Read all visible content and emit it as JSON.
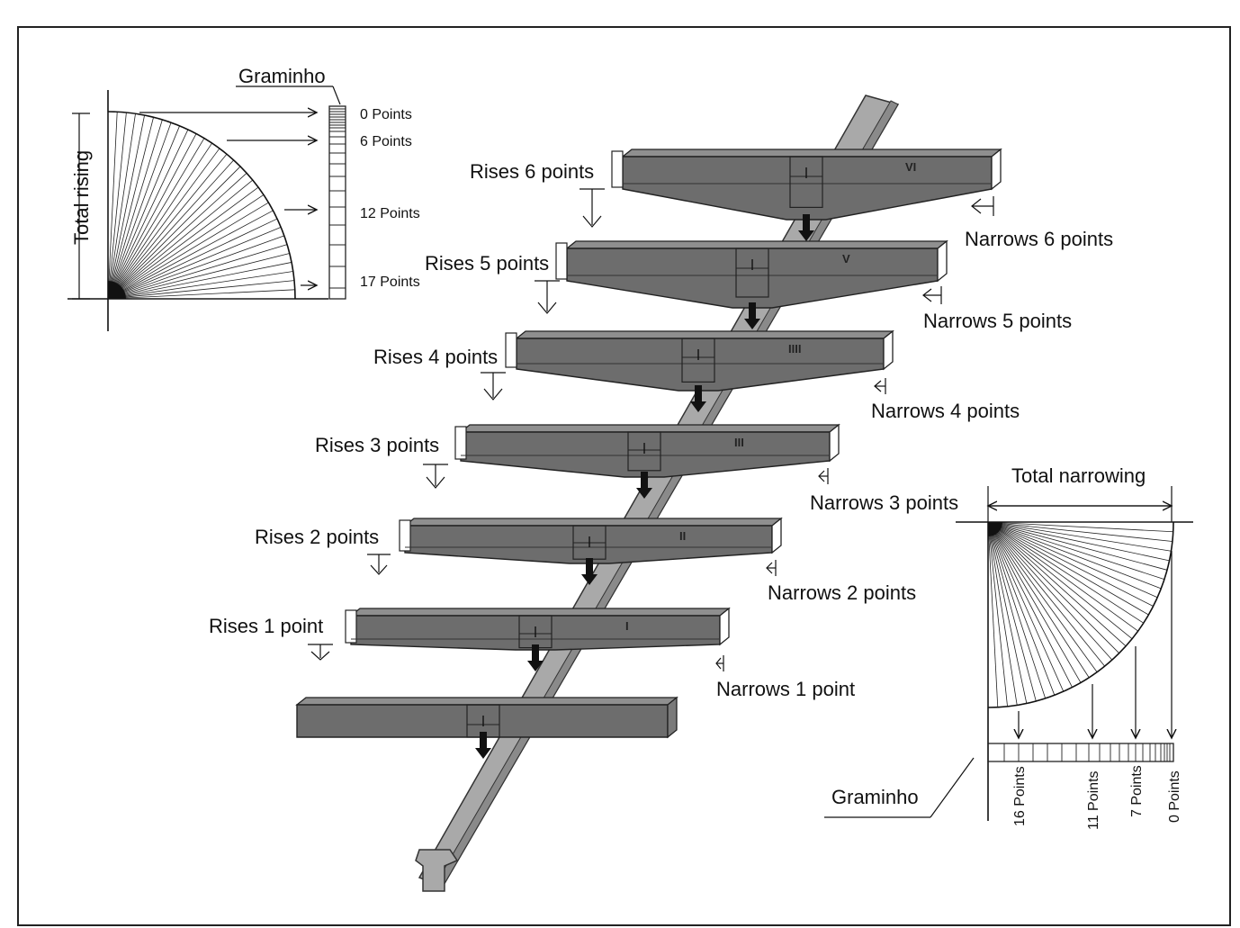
{
  "left_inset": {
    "graminho_label": "Graminho",
    "total_rising_label": "Total rising",
    "marks": [
      "0 Points",
      "6 Points",
      "12 Points",
      "17 Points"
    ]
  },
  "right_inset": {
    "total_narrowing_label": "Total narrowing",
    "graminho_label": "Graminho",
    "marks": [
      "16 Points",
      "11 Points",
      "7 Points",
      "0 Points"
    ]
  },
  "steps": [
    {
      "rise": "",
      "narrow": "",
      "numeral": ""
    },
    {
      "rise": "Rises 1 point",
      "narrow": "Narrows 1 point",
      "numeral": "I"
    },
    {
      "rise": "Rises 2 points",
      "narrow": "Narrows 2 points",
      "numeral": "II"
    },
    {
      "rise": "Rises 3 points",
      "narrow": "Narrows 3 points",
      "numeral": "III"
    },
    {
      "rise": "Rises 4 points",
      "narrow": "Narrows 4 points",
      "numeral": "IIII"
    },
    {
      "rise": "Rises 5 points",
      "narrow": "Narrows 5 points",
      "numeral": "V"
    },
    {
      "rise": "Rises 6 points",
      "narrow": "Narrows 6 points",
      "numeral": "VI"
    }
  ],
  "colors": {
    "block_face": "#6d6d6d",
    "block_top": "#8f8f8f",
    "block_bottom": "#7a7a7a",
    "beam": "#a9a9a9",
    "beam_dark": "#8a8a8a",
    "ink": "#111111"
  }
}
